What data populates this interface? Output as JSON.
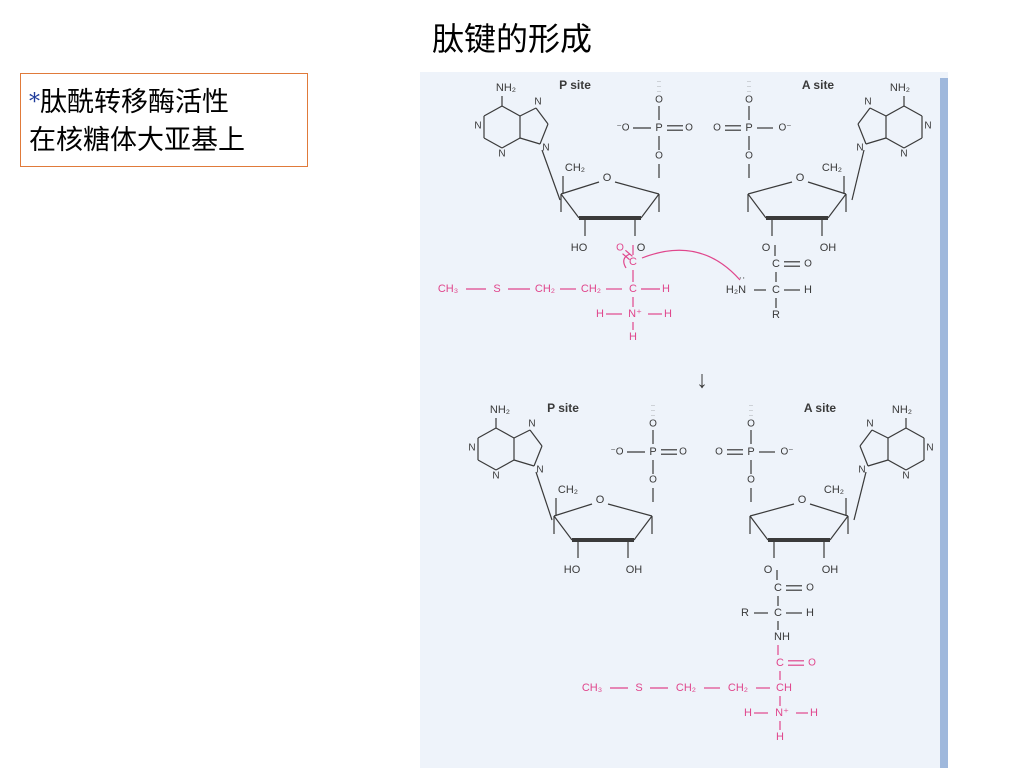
{
  "slide": {
    "title": "肽键的形成",
    "note_bullet": "*",
    "note_line1": "肽酰转移酶活性",
    "note_line2": "在核糖体大亚基上"
  },
  "figure": {
    "colors": {
      "pink": "#e0468c",
      "black": "#3a3a3a",
      "panel": "#eef3fa"
    },
    "labels": {
      "p_site": "P site",
      "a_site": "A site",
      "nh2": "NH₂",
      "n": "N",
      "o": "O",
      "o_minus": "⁻O",
      "o_minus_r": "O⁻",
      "p": "P",
      "ch2": "CH₂",
      "ho": "HO",
      "oh": "OH",
      "c": "C",
      "h": "H",
      "r": "R",
      "nh": "NH",
      "ch": "CH",
      "h2n": "H₂N",
      "s": "S",
      "ch3": "CH₃",
      "nplus": "N⁺",
      "lone_pair": "··",
      "arrow_down": "↓"
    }
  }
}
